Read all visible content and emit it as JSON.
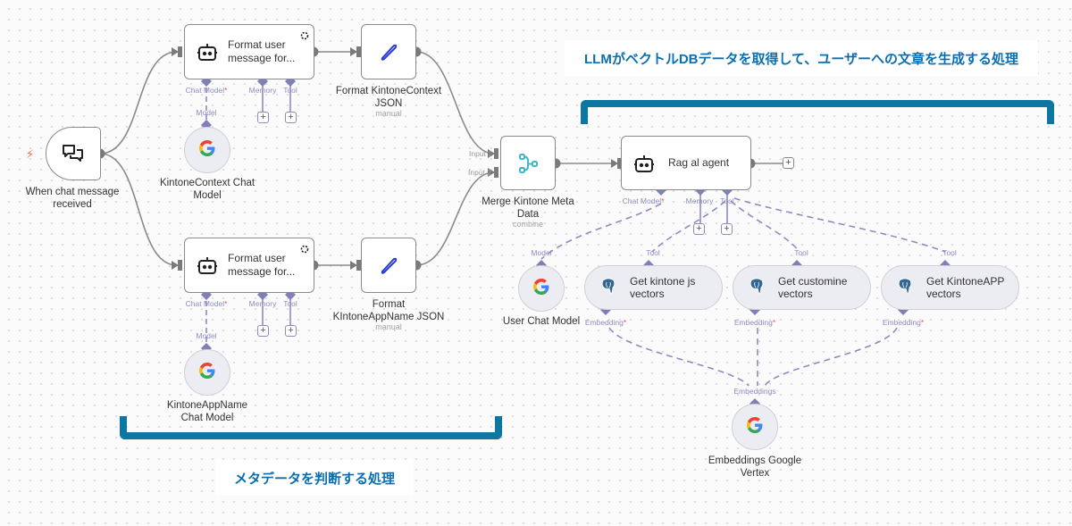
{
  "annotations": {
    "top_right": "LLMがベクトルDBデータを取得して、ユーザーへの文章を生成する処理",
    "bottom_left": "メタデータを判断する処理",
    "color": "#0a6fb0",
    "bracket_color": "#0d77a1"
  },
  "colors": {
    "edge": "#8a8a8a",
    "sub_edge": "#8c8cc0",
    "required_mark": "#e8525a",
    "trigger_bolt": "#f26a4b",
    "merge_icon": "#3db8c9",
    "set_icon": "#2a3ad6"
  },
  "nodes": {
    "trigger": {
      "label": "When chat message received",
      "icon": "chat-bubbles-icon"
    },
    "format_user_1": {
      "label": "Format user message for...",
      "icon": "robot-icon",
      "ports": {
        "chat_model": "Chat Model",
        "memory": "Memory",
        "tool": "Tool",
        "required": "*"
      }
    },
    "format_ctx_json": {
      "label": "Format KintoneContext JSON",
      "sub": "manual",
      "icon": "pencil-icon"
    },
    "ctx_chat_model": {
      "label": "KintoneContext Chat Model",
      "port": "Model",
      "icon": "google-icon"
    },
    "format_user_2": {
      "label": "Format user message for...",
      "icon": "robot-icon",
      "ports": {
        "chat_model": "Chat Model",
        "memory": "Memory",
        "tool": "Tool",
        "required": "*"
      }
    },
    "format_app_json": {
      "label": "Format KIntoneAppName JSON",
      "sub": "manual",
      "icon": "pencil-icon"
    },
    "app_chat_model": {
      "label": "KintoneAppName Chat Model",
      "port": "Model",
      "icon": "google-icon"
    },
    "merge": {
      "label": "Merge Kintone Meta Data",
      "sub": "combine",
      "input1": "Input 1",
      "input2": "Input 2",
      "icon": "merge-icon"
    },
    "rag_agent": {
      "label": "Rag al agent",
      "icon": "robot-icon",
      "ports": {
        "chat_model": "Chat Model",
        "memory": "Memory",
        "tool": "Tool",
        "required": "*"
      }
    },
    "user_chat_model": {
      "label": "User Chat Model",
      "port": "Model",
      "icon": "google-icon"
    },
    "vec_js": {
      "label": "Get kintone js vectors",
      "port_top": "Tool",
      "port_bottom": "Embedding",
      "icon": "postgres-icon"
    },
    "vec_custom": {
      "label": "Get customine vectors",
      "port_top": "Tool",
      "port_bottom": "Embedding",
      "icon": "postgres-icon"
    },
    "vec_app": {
      "label": "Get KintoneAPP vectors",
      "port_top": "Tool",
      "port_bottom": "Embedding",
      "icon": "postgres-icon"
    },
    "embeddings": {
      "label": "Embeddings Google Vertex",
      "port": "Embeddings",
      "icon": "google-icon"
    }
  },
  "plus_symbol": "+"
}
